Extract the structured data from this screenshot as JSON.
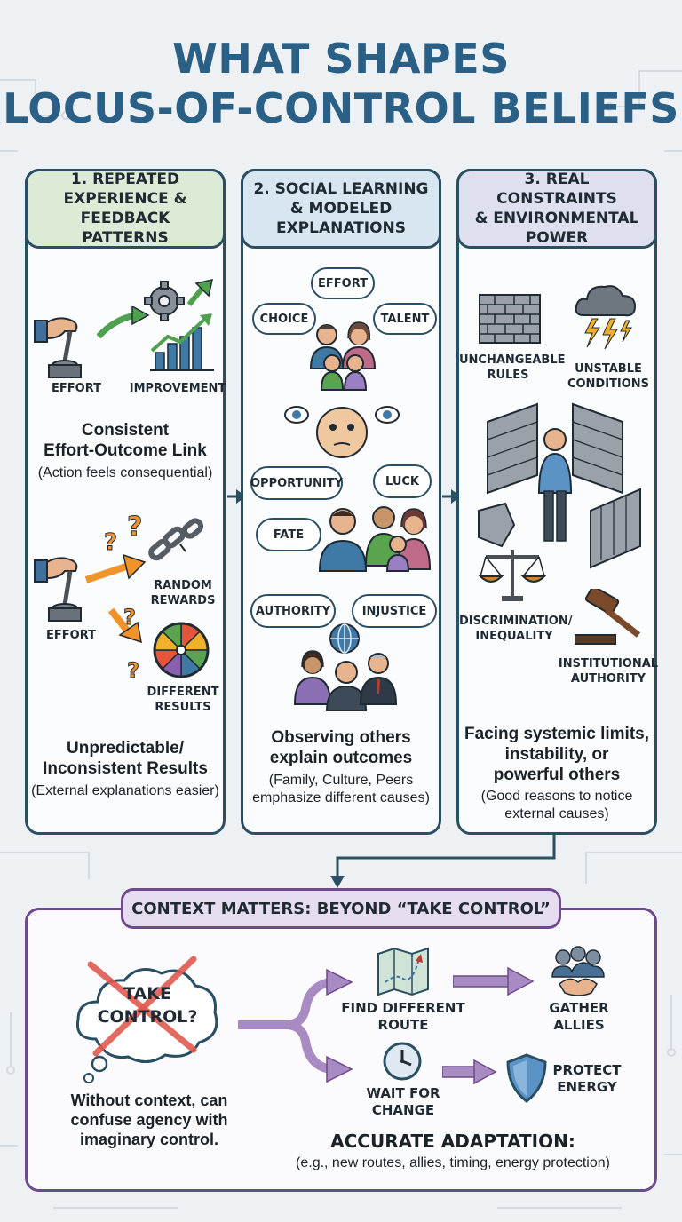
{
  "title": {
    "line1": "WHAT SHAPES",
    "line2": "LOCUS-OF-CONTROL BELIEFS"
  },
  "columns": [
    {
      "heading": [
        "1. REPEATED",
        "EXPERIENCE &",
        "FEEDBACK PATTERNS"
      ],
      "head_color": "#dcebd6",
      "labels": {
        "effort_top": "EFFORT",
        "improvement": "IMPROVEMENT",
        "effort_bottom": "EFFORT",
        "random_rewards": [
          "RANDOM",
          "REWARDS"
        ],
        "different_results": [
          "DIFFERENT",
          "RESULTS"
        ]
      },
      "caption1": [
        "Consistent",
        "Effort-Outcome Link"
      ],
      "caption1_sub": "(Action feels consequential)",
      "caption2": [
        "Unpredictable/",
        "Inconsistent Results"
      ],
      "caption2_sub": "(External explanations easier)"
    },
    {
      "heading": [
        "2. SOCIAL LEARNING",
        "& MODELED",
        "EXPLANATIONS"
      ],
      "head_color": "#d7e6f1",
      "bubbles1": [
        "EFFORT",
        "CHOICE",
        "TALENT"
      ],
      "bubbles2": [
        "OPPORTUNITY",
        "LUCK",
        "FATE"
      ],
      "bubbles3": [
        "AUTHORITY",
        "INJUSTICE"
      ],
      "caption": [
        "Observing others",
        "explain outcomes"
      ],
      "caption_sub": [
        "(Family, Culture, Peers",
        "emphasize different causes)"
      ]
    },
    {
      "heading": [
        "3. REAL CONSTRAINTS",
        "& ENVIRONMENTAL",
        "POWER"
      ],
      "head_color": "#dfe0ef",
      "labels": {
        "rules": [
          "UNCHANGEABLE",
          "RULES"
        ],
        "conditions": [
          "UNSTABLE",
          "CONDITIONS"
        ],
        "discrimination": [
          "DISCRIMINATION/",
          "INEQUALITY"
        ],
        "authority": [
          "INSTITUTIONAL",
          "AUTHORITY"
        ]
      },
      "caption": [
        "Facing systemic limits,",
        "instability, or",
        "powerful others"
      ],
      "caption_sub": [
        "(Good reasons to notice",
        "external causes)"
      ]
    }
  ],
  "context": {
    "heading": "CONTEXT MATTERS: BEYOND “TAKE CONTROL”",
    "cloud_text": [
      "TAKE",
      "CONTROL?"
    ],
    "warning": [
      "Without context, can",
      "confuse agency with",
      "imaginary control."
    ],
    "options": {
      "find_route": [
        "FIND DIFFERENT",
        "ROUTE"
      ],
      "gather_allies": [
        "GATHER",
        "ALLIES"
      ],
      "wait": [
        "WAIT FOR",
        "CHANGE"
      ],
      "protect": [
        "PROTECT",
        "ENERGY"
      ]
    },
    "adaptation_title": "ACCURATE ADAPTATION:",
    "adaptation_sub": "(e.g., new routes, allies, timing, energy protection)"
  },
  "colors": {
    "title": "#2a5f86",
    "border": "#2a4f63",
    "context_border": "#6e4a8c",
    "arrow_purple": "#a98bc4"
  }
}
